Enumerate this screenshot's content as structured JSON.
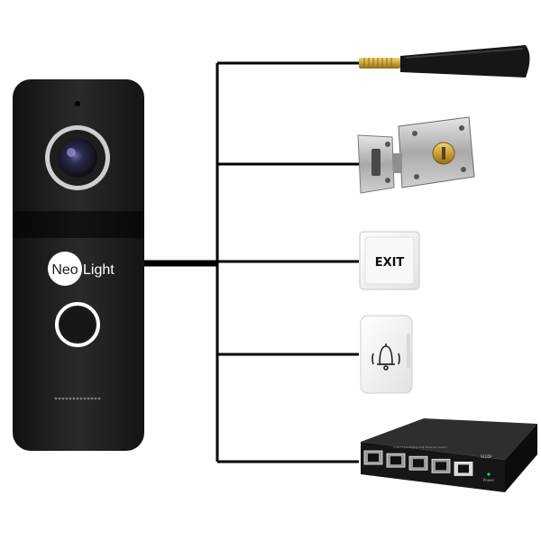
{
  "panel": {
    "brand_left": "Neo",
    "brand_right": "Light"
  },
  "devices": {
    "exit_button": {
      "label": "EXIT"
    },
    "network_switch": {
      "model": "S105P",
      "power_label": "Power",
      "top_label": "5-Port 10/100Mbps PoE Ethernet Switch"
    }
  },
  "colors": {
    "panel": "#1a1a1a",
    "wire": "#000000",
    "brass": "#c8a23a"
  }
}
